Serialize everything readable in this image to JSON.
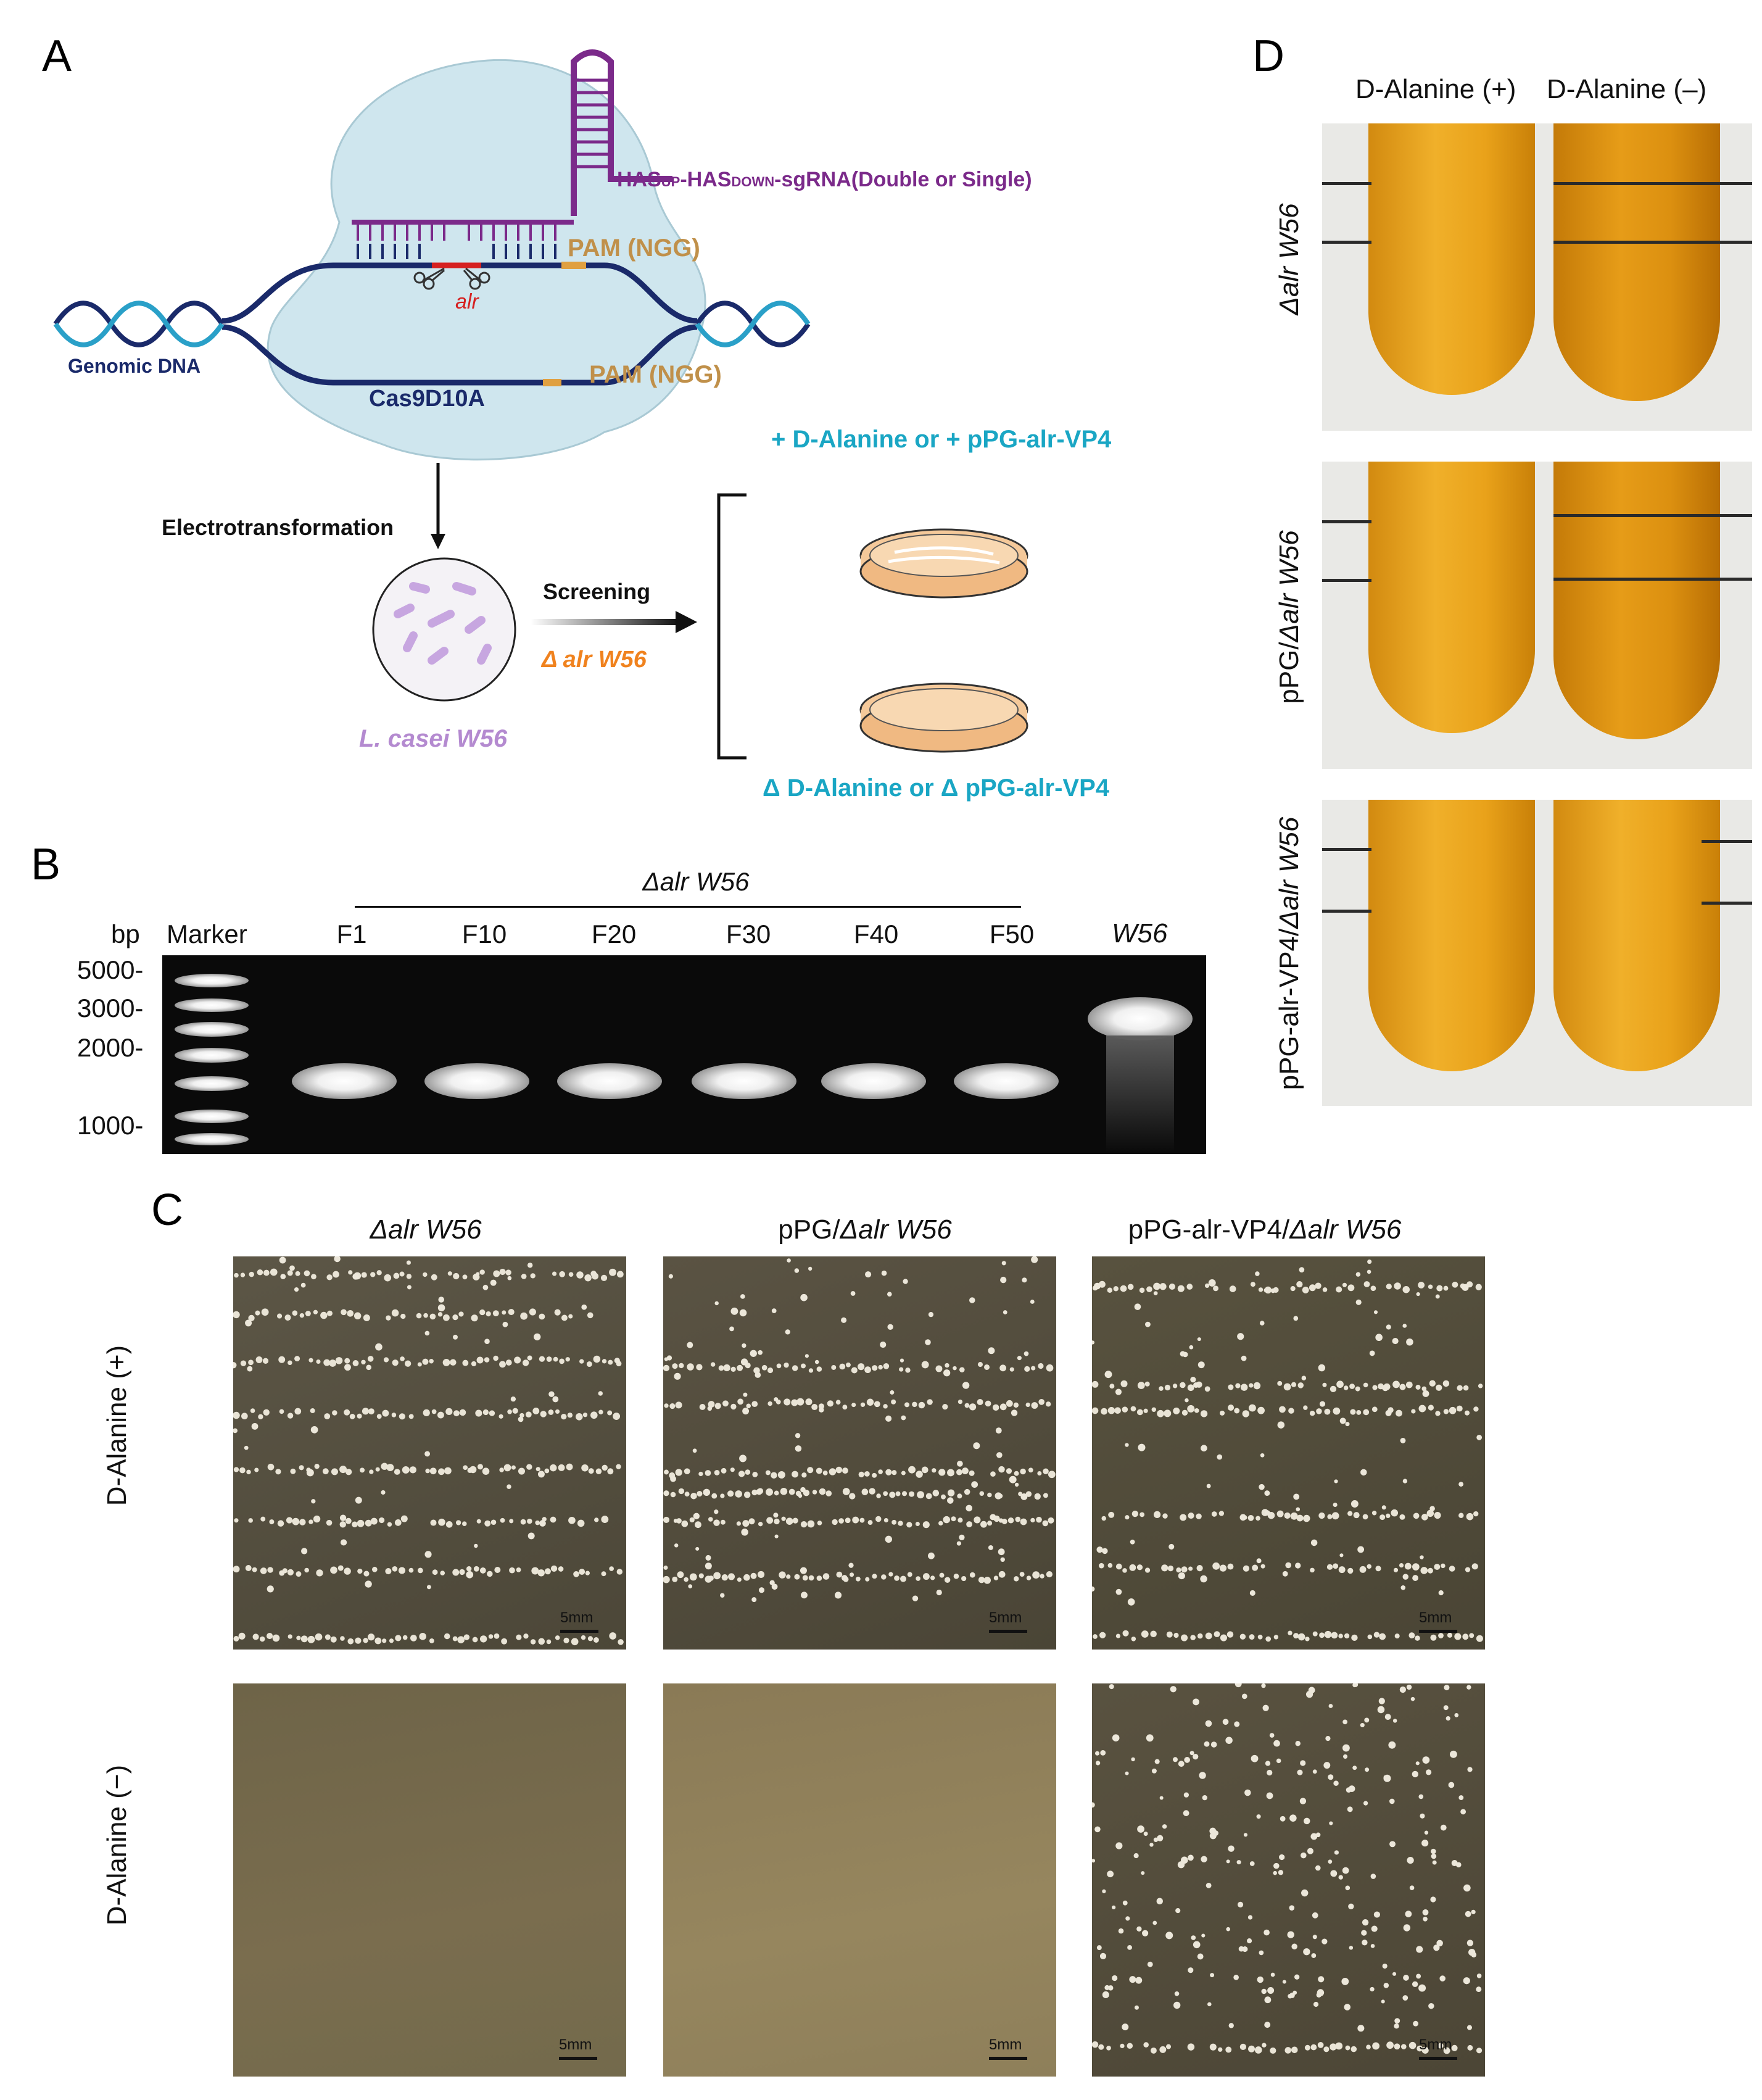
{
  "panels": {
    "a": "A",
    "b": "B",
    "c": "C",
    "d": "D"
  },
  "panelA": {
    "sgRNA_prefix": "HAS",
    "sgRNA_up": "UP",
    "sgRNA_mid": "-HAS",
    "sgRNA_down": "DOWN",
    "sgRNA_suffix": "-sgRNA(Double or Single)",
    "pam1": "PAM (NGG)",
    "pam2": "PAM (NGG)",
    "gene": "alr",
    "genomic": "Genomic DNA",
    "cas": "Cas9D10A",
    "electro": "Electrotransformation",
    "screening": "Screening",
    "mutant": "Δ alr W56",
    "strain": "L. casei W56",
    "plus": "+ D-Alanine or + pPG-alr-VP4",
    "minus": "Δ D-Alanine or Δ pPG-alr-VP4"
  },
  "panelB": {
    "group": "Δalr W56",
    "unit": "bp",
    "marker": "Marker",
    "lanes": [
      "F1",
      "F10",
      "F20",
      "F30",
      "F40",
      "F50"
    ],
    "wt": "W56",
    "ladder": [
      "5000-",
      "3000-",
      "2000-",
      "1000-"
    ]
  },
  "panelC": {
    "cols": [
      "Δalr W56",
      "pPG/Δalr W56",
      "pPG-alr-VP4/Δalr W56"
    ],
    "rows": [
      "D-Alanine (+)",
      "D-Alanine (−)"
    ],
    "scale": "5mm"
  },
  "panelD": {
    "cols": [
      "D-Alanine (+)",
      "D-Alanine (–)"
    ],
    "rows": [
      "Δalr W56",
      "pPG/Δalr W56",
      "pPG-alr-VP4/Δalr W56"
    ]
  },
  "colors": {
    "sgRNA": "#7b2a8a",
    "pam": "#c0904a",
    "alr": "#d62020",
    "navy": "#1a2a6a",
    "cyan": "#1aa6c4",
    "orange": "#f0821e",
    "lavender": "#b48ad0",
    "cell": "#cfe6ee",
    "broth": "#e9a21a"
  }
}
